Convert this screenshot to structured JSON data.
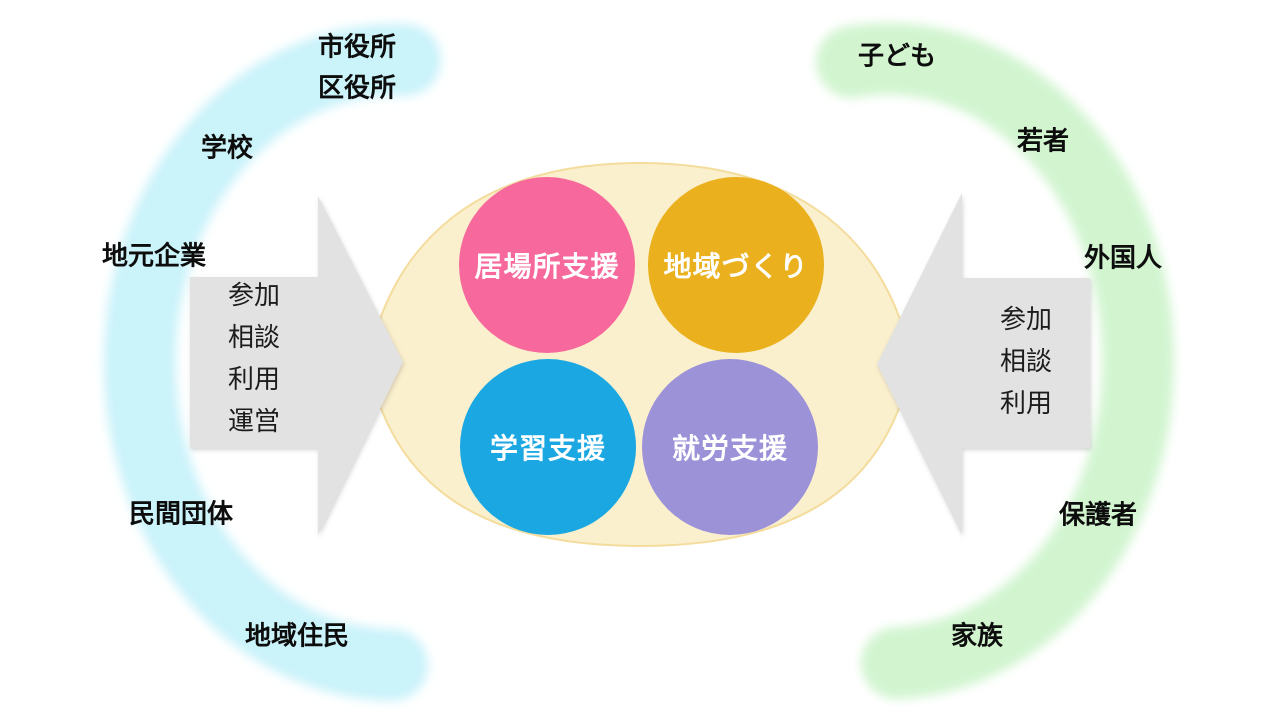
{
  "left_arc": {
    "color": "#CBF3FA",
    "labels": [
      "市役所",
      "区役所",
      "学校",
      "地元企業",
      "民間団体",
      "地域住民"
    ]
  },
  "right_arc": {
    "color": "#D2F5D0",
    "labels": [
      "子ども",
      "若者",
      "外国人",
      "保護者",
      "家族"
    ]
  },
  "center": {
    "fill": "#FBF0CD",
    "border": "#F3DC9C",
    "circles": [
      {
        "label": "居場所支援",
        "color": "#F7699C"
      },
      {
        "label": "地域づくり",
        "color": "#EAB01E"
      },
      {
        "label": "学習支援",
        "color": "#1BA7E2"
      },
      {
        "label": "就労支援",
        "color": "#9C92D8"
      }
    ]
  },
  "left_arrow": {
    "fill": "#E2E2E2",
    "lines": [
      "参加",
      "相談",
      "利用",
      "運営"
    ]
  },
  "right_arrow": {
    "fill": "#E2E2E2",
    "lines": [
      "参加",
      "相談",
      "利用"
    ]
  }
}
